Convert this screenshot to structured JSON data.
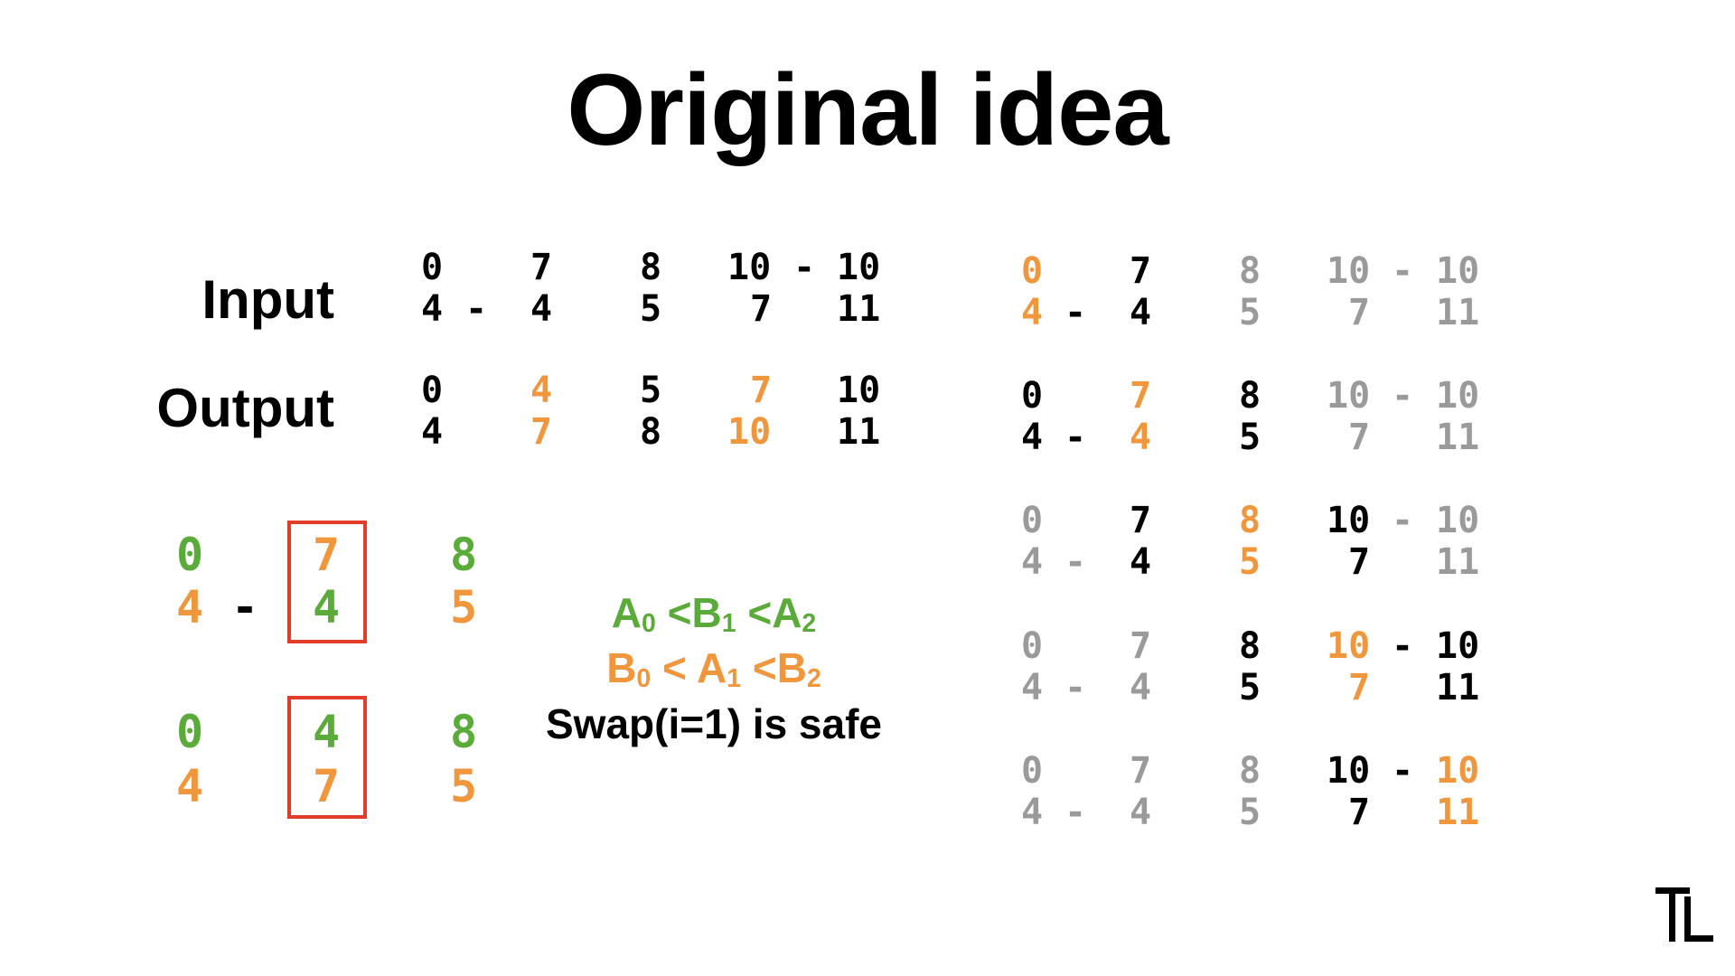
{
  "title": "Original idea",
  "input_label": "Input",
  "output_label": "Output",
  "dash": "-",
  "input": {
    "top": [
      "0",
      "7",
      "8",
      "10",
      "10"
    ],
    "bottom": [
      "4",
      "4",
      "5",
      "7",
      "11"
    ]
  },
  "output": {
    "top": [
      "0",
      "4",
      "5",
      "7",
      "10"
    ],
    "bottom": [
      "4",
      "7",
      "8",
      "10",
      "11"
    ]
  },
  "swap_before": {
    "top": [
      "0",
      "7",
      "8"
    ],
    "bottom": [
      "4",
      "4",
      "5"
    ]
  },
  "swap_after": {
    "top": [
      "0",
      "4",
      "8"
    ],
    "bottom": [
      "4",
      "7",
      "5"
    ]
  },
  "conditions": {
    "line1": {
      "a0": "A",
      "s0": "0",
      "lt1": " <B",
      "s1": "1",
      "lt2": " <A",
      "s2": "2"
    },
    "line2": {
      "b0": "B",
      "s0": "0",
      "lt1": " < A",
      "s1": "1",
      "lt2": " <B",
      "s2": "2"
    },
    "line3": "Swap(i=1) is safe"
  },
  "steps": [
    {
      "top": [
        "0",
        "7",
        "8",
        "10",
        "10"
      ],
      "bottom": [
        "4",
        "4",
        "5",
        "7",
        "11"
      ]
    },
    {
      "top": [
        "0",
        "7",
        "8",
        "10",
        "10"
      ],
      "bottom": [
        "4",
        "4",
        "5",
        "7",
        "11"
      ]
    },
    {
      "top": [
        "0",
        "7",
        "8",
        "10",
        "10"
      ],
      "bottom": [
        "4",
        "4",
        "5",
        "7",
        "11"
      ]
    },
    {
      "top": [
        "0",
        "7",
        "8",
        "10",
        "10"
      ],
      "bottom": [
        "4",
        "4",
        "5",
        "7",
        "11"
      ]
    },
    {
      "top": [
        "0",
        "7",
        "8",
        "10",
        "10"
      ],
      "bottom": [
        "4",
        "4",
        "5",
        "7",
        "11"
      ]
    }
  ],
  "colors": {
    "black": "#000000",
    "orange": "#f0963c",
    "green": "#5aab3a",
    "gray": "#9a9a9a",
    "red_box": "#e23c2a"
  },
  "logo_icon": "tl-logo-icon"
}
